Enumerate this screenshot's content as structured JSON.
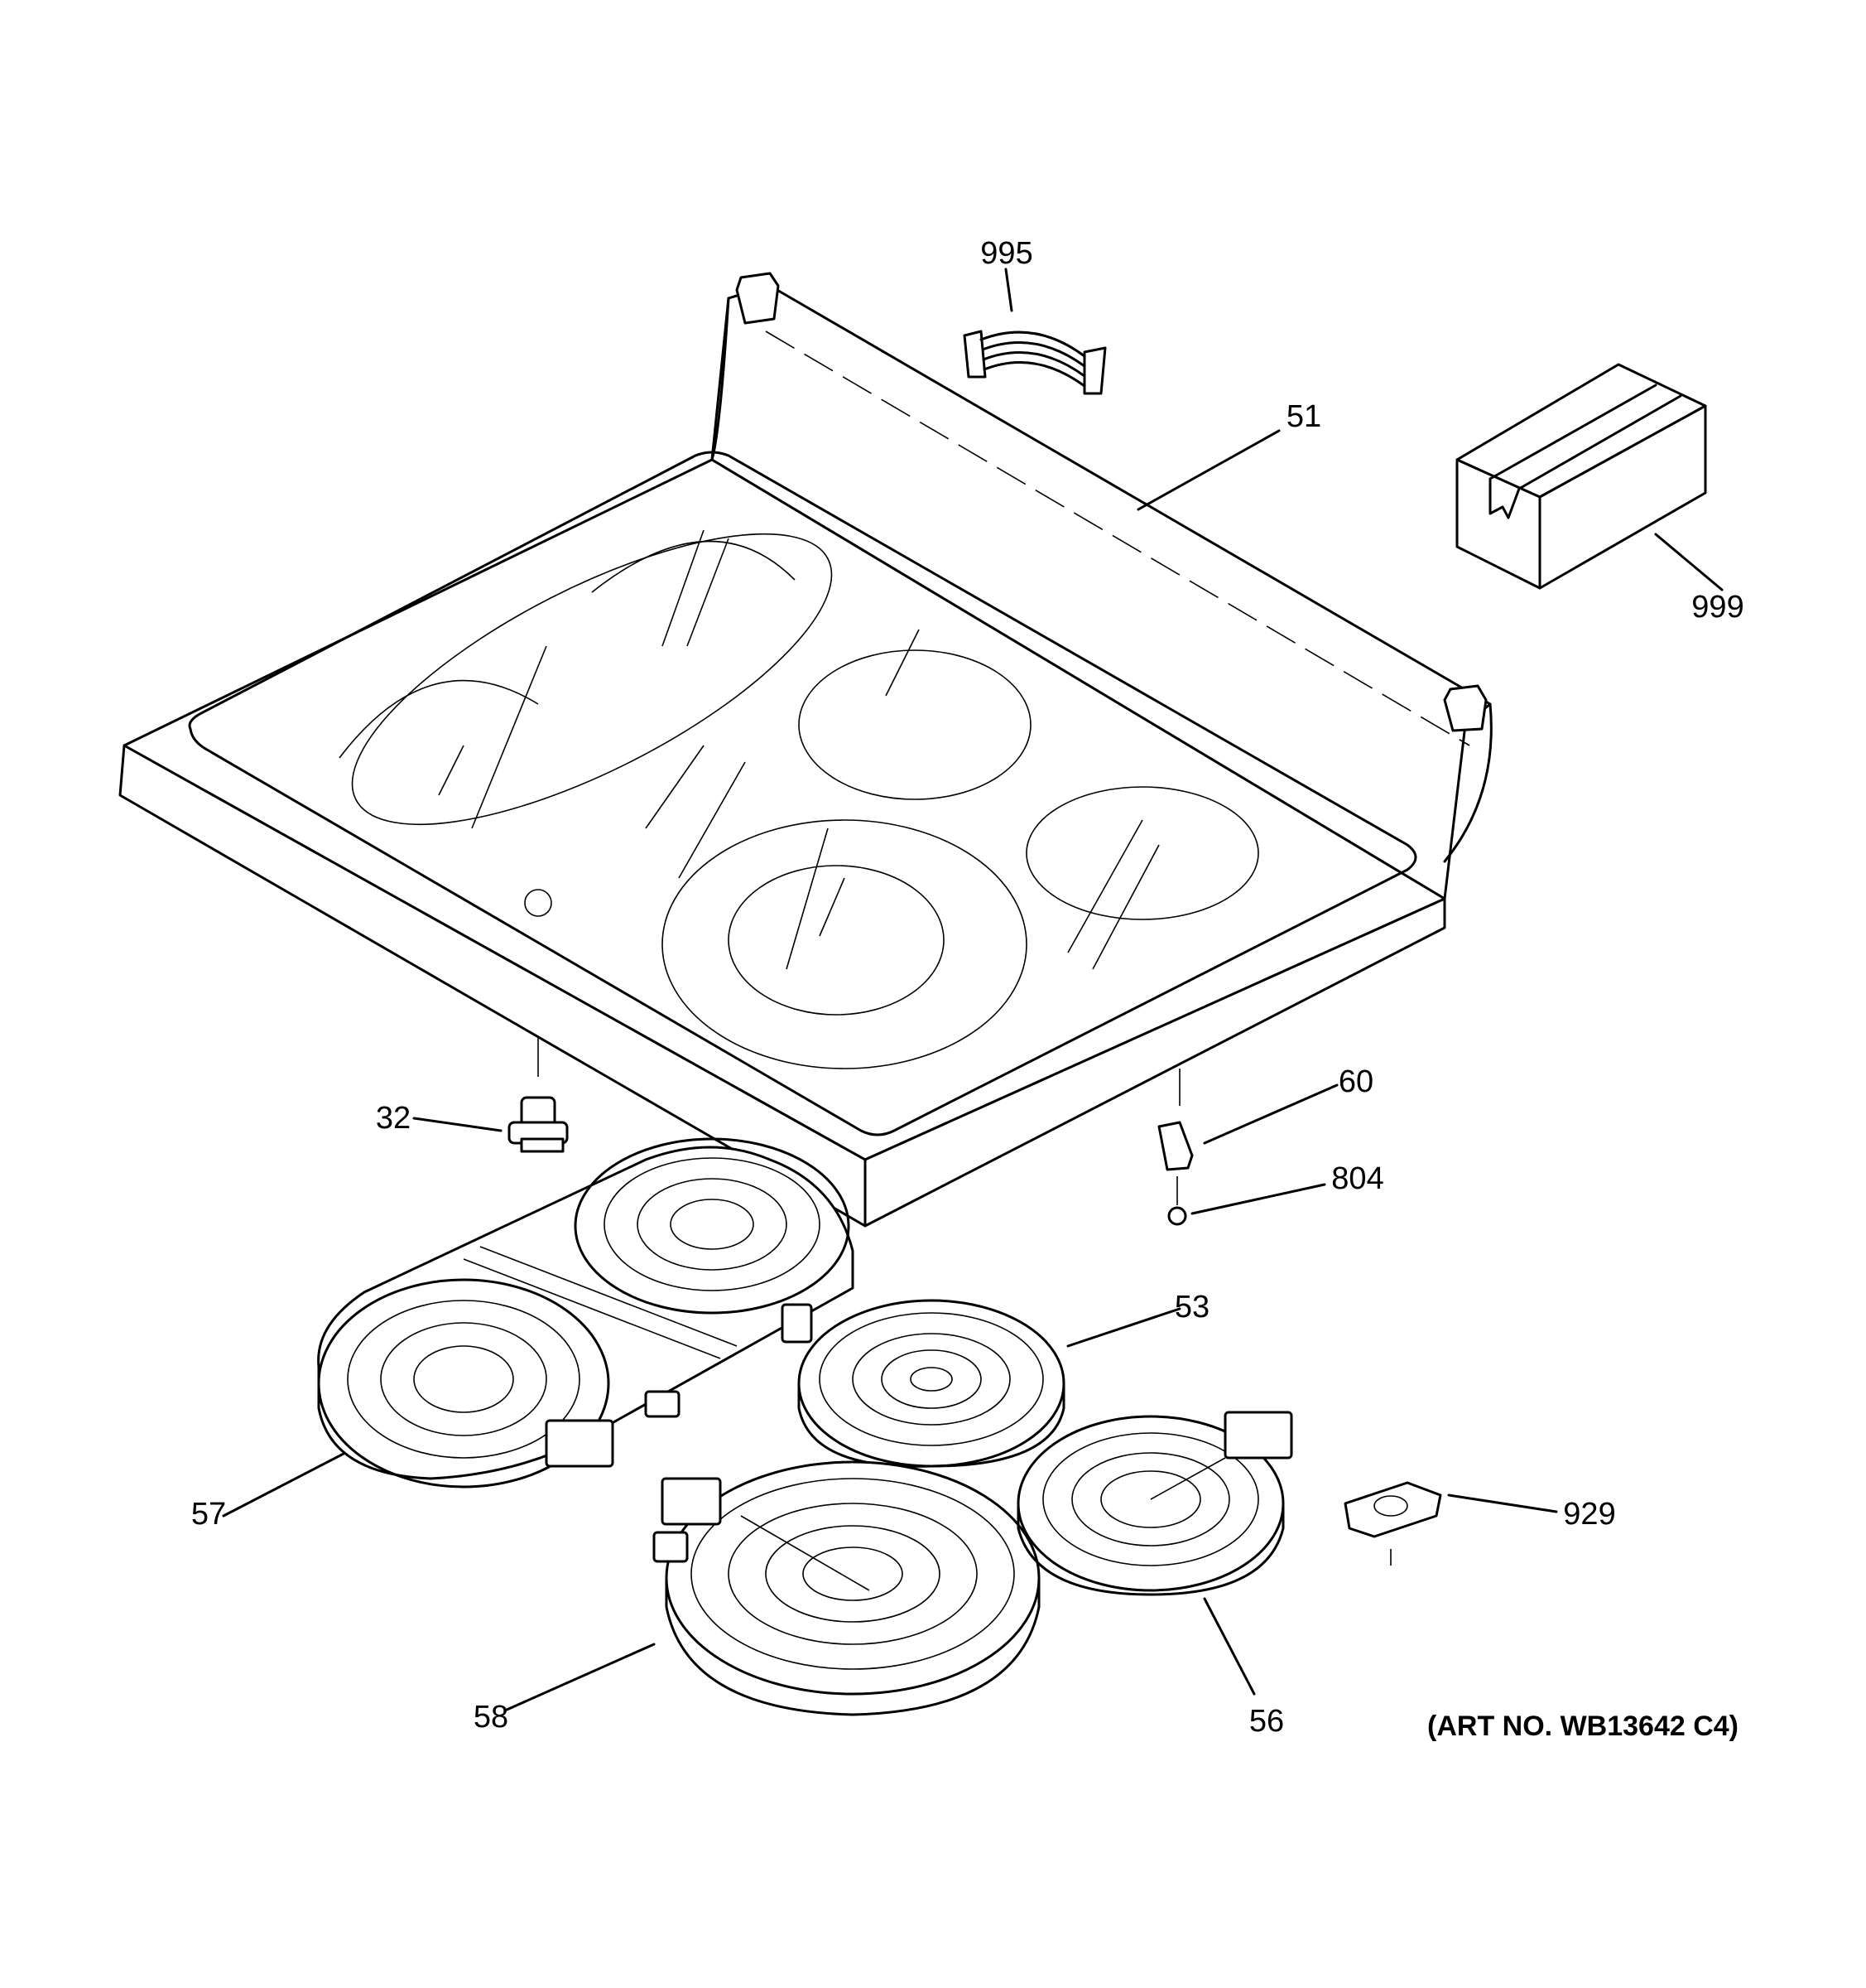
{
  "labels": {
    "p995": "995",
    "p51": "51",
    "p999": "999",
    "p32": "32",
    "p60": "60",
    "p804": "804",
    "p53": "53",
    "p57": "57",
    "p929": "929",
    "p58": "58",
    "p56": "56"
  },
  "art_number": "(ART NO. WB13642 C4)"
}
